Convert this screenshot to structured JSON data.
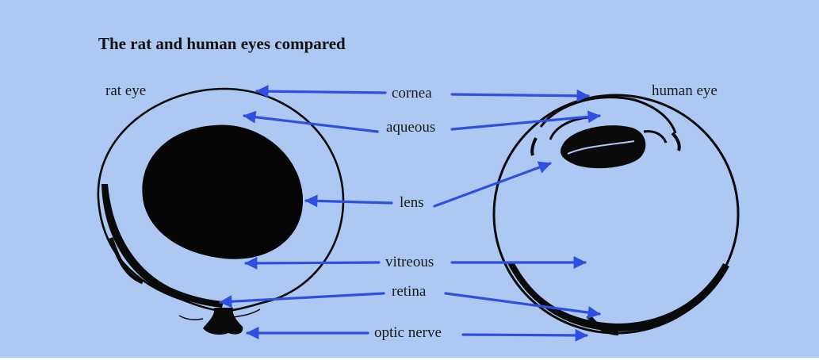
{
  "title": "The rat and human eyes compared",
  "eyes": {
    "rat": "rat eye",
    "human": "human eye"
  },
  "parts": {
    "cornea": "cornea",
    "aqueous": "aqueous",
    "lens": "lens",
    "vitreous": "vitreous",
    "retina": "retina",
    "optic_nerve": "optic nerve"
  },
  "colors": {
    "background": "#adc8f2",
    "arrow": "#2e4fe0",
    "ink": "#0a0a0a"
  }
}
